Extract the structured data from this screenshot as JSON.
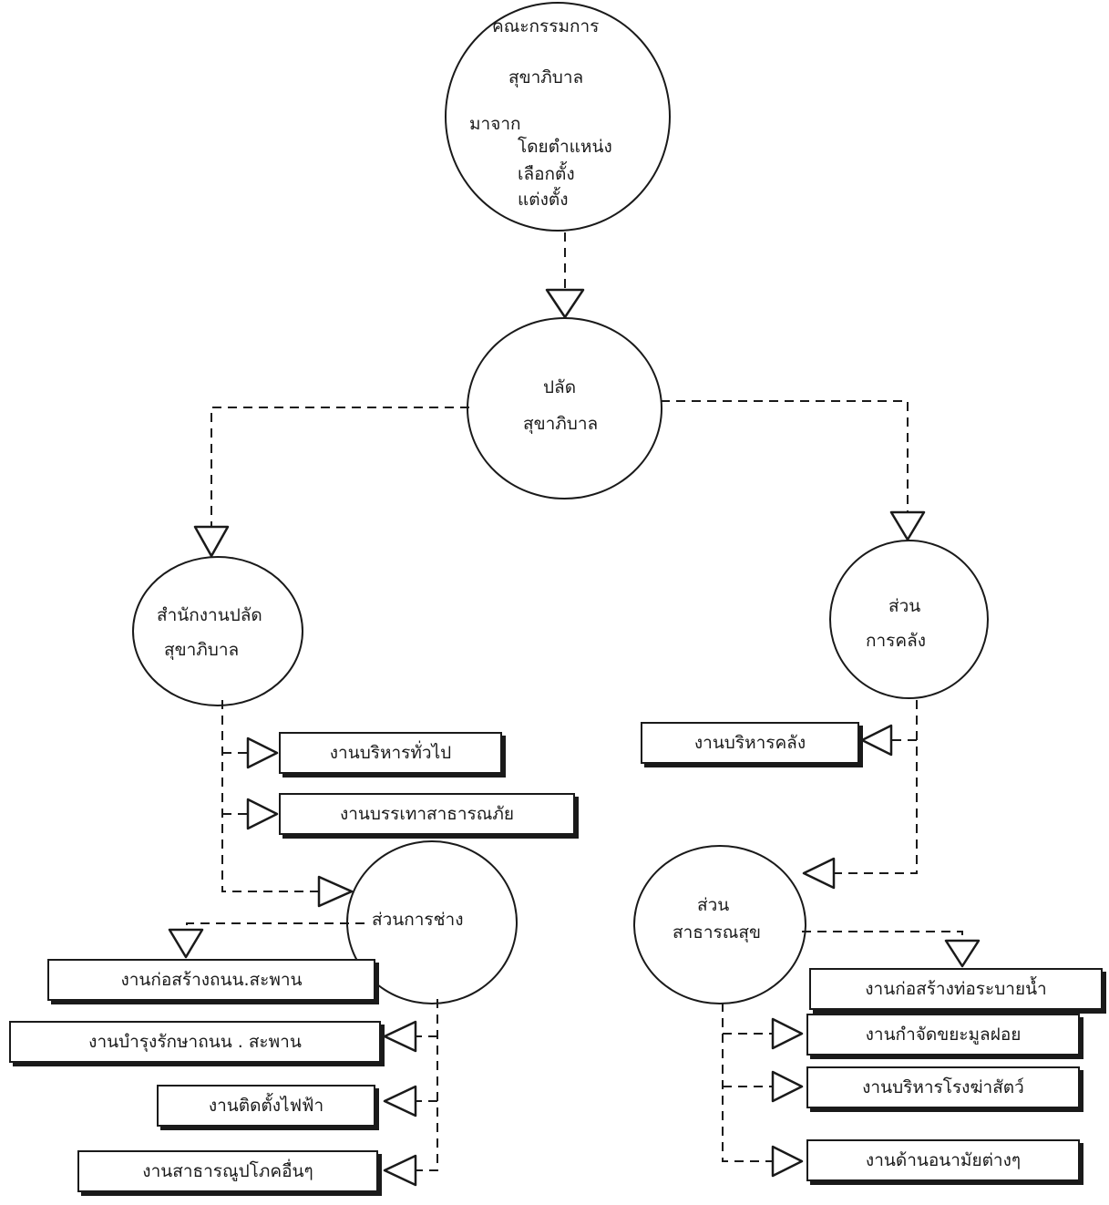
{
  "committee": {
    "title_line1": "คณะกรรมการ",
    "title_line2": "สุขาภิบาล",
    "from_label": "มาจาก",
    "source1": "โดยตำแหน่ง",
    "source2": "เลือกตั้ง",
    "source3": "แต่งตั้ง"
  },
  "chief": {
    "line1": "ปลัด",
    "line2": "สุขาภิบาล"
  },
  "office": {
    "line1": "สำนักงานปลัด",
    "line2": "สุขาภิบาล",
    "tasks": [
      "งานบริหารทั่วไป",
      "งานบรรเทาสาธารณภัย"
    ]
  },
  "finance": {
    "line1": "ส่วน",
    "line2": "การคลัง",
    "tasks": [
      "งานบริหารคลัง"
    ]
  },
  "engineering": {
    "title": "ส่วนการช่าง",
    "tasks": [
      "งานก่อสร้างถนน.สะพาน",
      "งานบำรุงรักษาถนน . สะพาน",
      "งานติดตั้งไฟฟ้า",
      "งานสาธารณูปโภคอื่นๆ"
    ]
  },
  "health": {
    "line1": "ส่วน",
    "line2": "สาธารณสุข",
    "tasks": [
      "งานก่อสร้างท่อระบายน้ำ",
      "งานกำจัดขยะมูลฝอย",
      "งานบริหารโรงฆ่าสัตว์",
      "งานด้านอนามัยต่างๆ"
    ]
  }
}
